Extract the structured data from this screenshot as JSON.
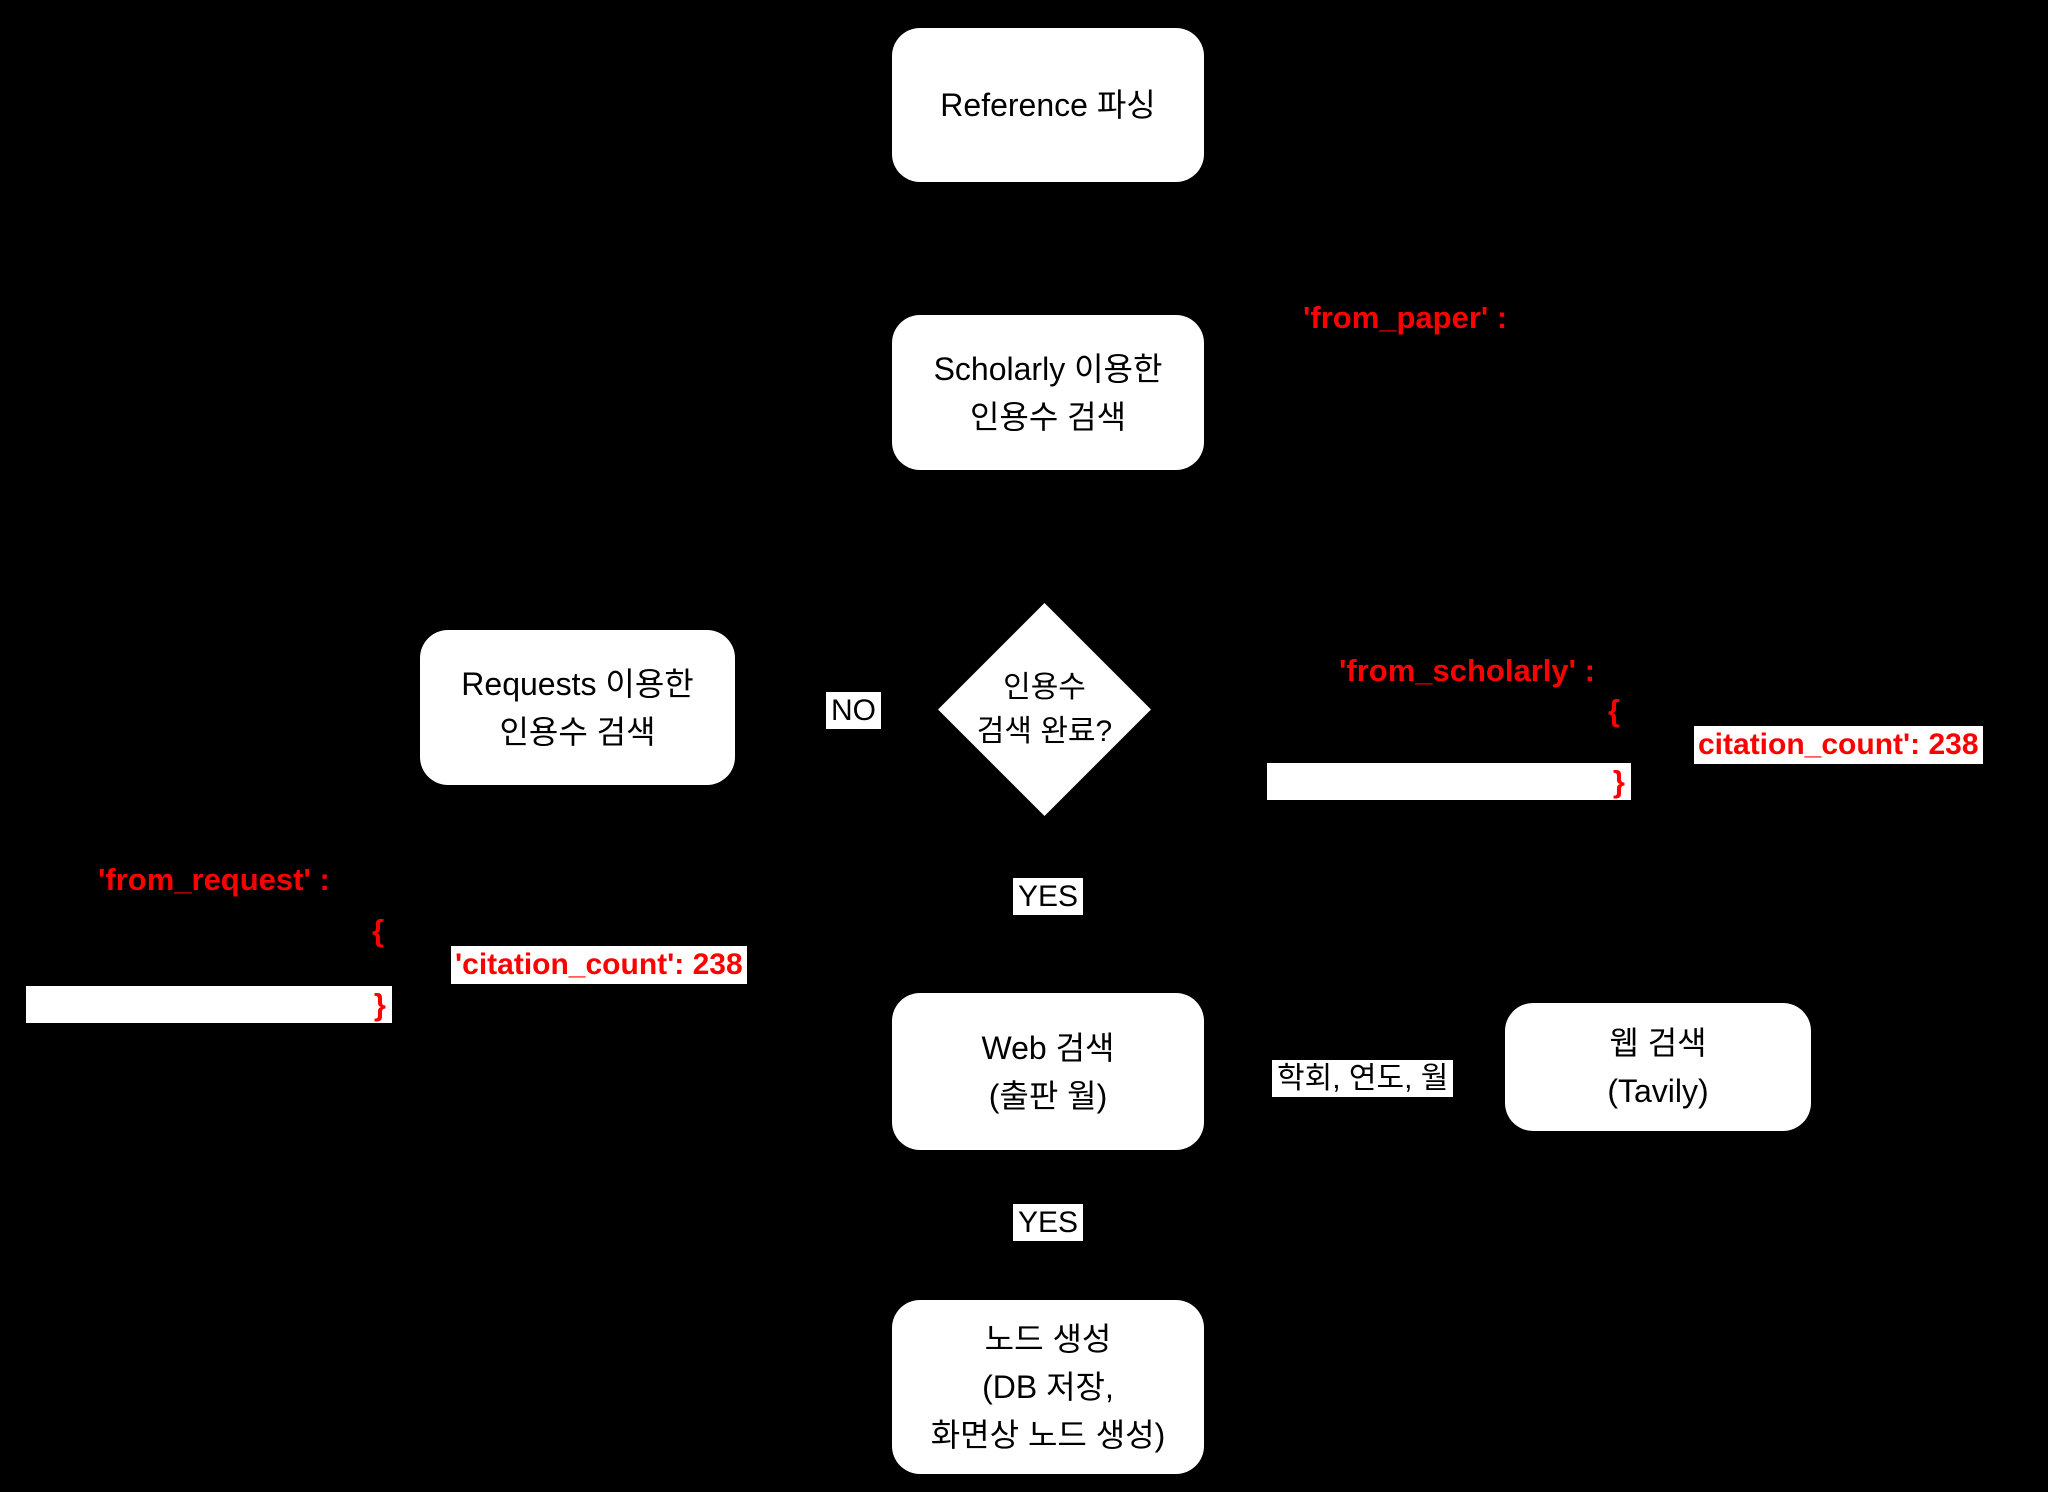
{
  "diagram": {
    "background_color": "#000000",
    "node_fill_color": "#ffffff",
    "annotation_color": "#ff0000",
    "nodes": {
      "reference": {
        "line1": "Reference 파싱"
      },
      "scholarly": {
        "line1": "Scholarly 이용한",
        "line2": "인용수 검색"
      },
      "requests": {
        "line1": "Requests 이용한",
        "line2": "인용수 검색"
      },
      "decision": {
        "line1": "인용수",
        "line2": "검색 완료?"
      },
      "web": {
        "line1": "Web 검색",
        "line2": "(출판 월)"
      },
      "tavily": {
        "line1": "웹 검색",
        "line2": "(Tavily)"
      },
      "create": {
        "line1": "노드 생성",
        "line2": "(DB 저장,",
        "line3": "화면상 노드 생성)"
      }
    },
    "labels": {
      "no": "NO",
      "yes_top": "YES",
      "yes_bottom": "YES",
      "web_info": "학회, 연도, 월"
    },
    "annotations": {
      "from_paper": "'from_paper' :",
      "from_scholarly": "'from_scholarly' :",
      "from_request": "'from_request' :",
      "open_brace_scholarly": "{",
      "close_brace_scholarly": "}",
      "open_brace_request": "{",
      "close_brace_request": "}",
      "citation_scholarly": "citation_count': 238",
      "citation_request": "'citation_count': 238"
    }
  }
}
